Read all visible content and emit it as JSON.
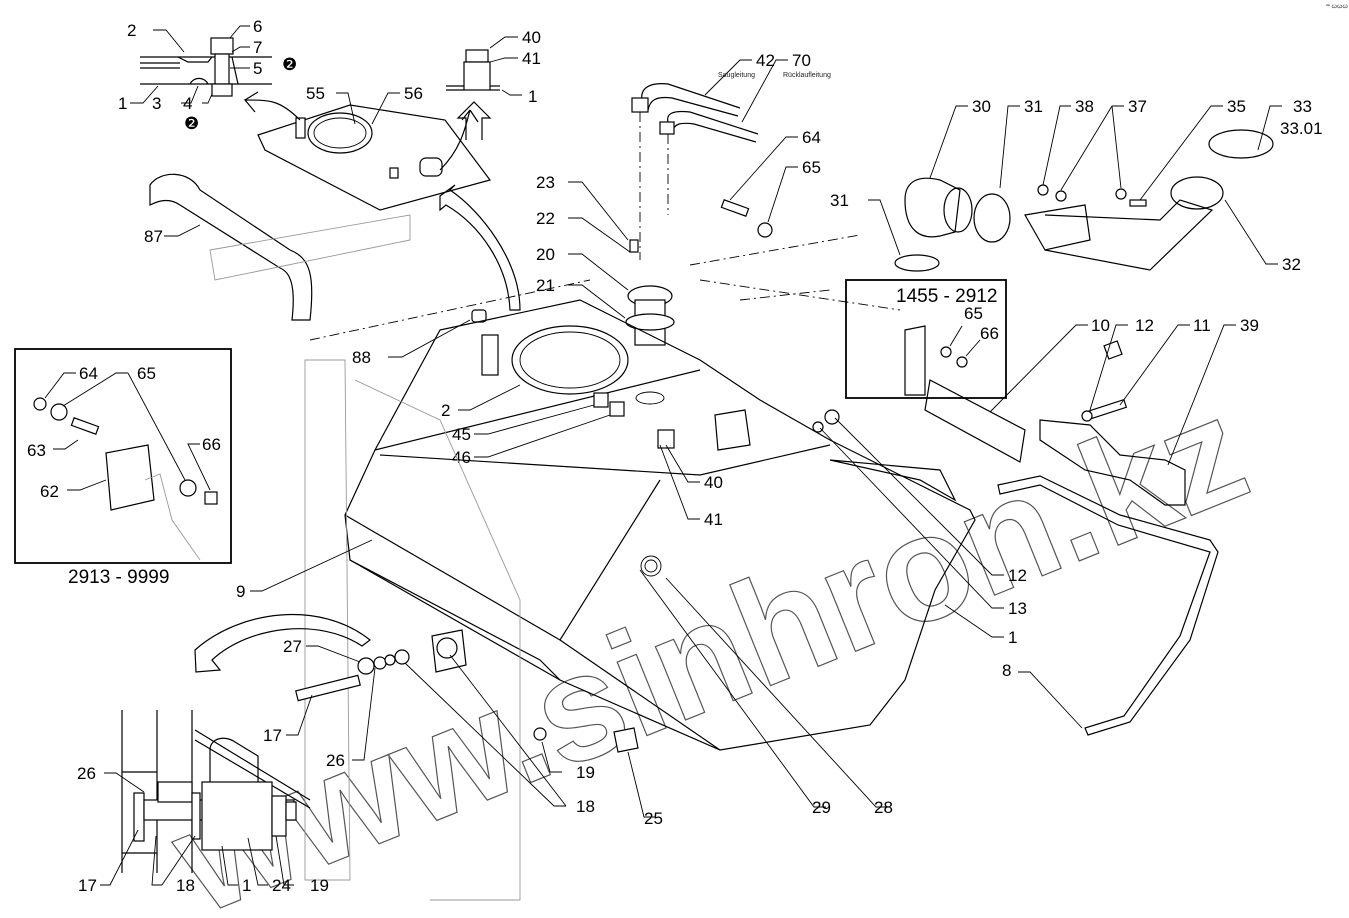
{
  "diagram": {
    "title": "Fuel tank assembly exploded parts view",
    "watermark": "www.sinhron.kz",
    "corner_mark": "ꟹ ꞷꞷꞷ",
    "hose_captions": {
      "suction": "Saugleitung",
      "return": "Rücklaufleitung"
    },
    "inset_ranges": {
      "right": "1455 - 2912",
      "left": "2913 - 9999"
    },
    "callouts": {
      "top_left_detail": [
        "2",
        "6",
        "7",
        "5",
        "1",
        "3",
        "4"
      ],
      "top_plug_detail": [
        "40",
        "41",
        "1"
      ],
      "top_plate": [
        "55",
        "56"
      ],
      "hoses": [
        "42",
        "70"
      ],
      "left_pipe": [
        "87",
        "88"
      ],
      "sender_unit": [
        "23",
        "22",
        "20",
        "21"
      ],
      "tank_top": [
        "2",
        "45",
        "46",
        "40",
        "41"
      ],
      "bolt_64_65": [
        "64",
        "65"
      ],
      "filler_neck": [
        "30",
        "31",
        "31",
        "38",
        "37",
        "35",
        "33",
        "33.01",
        "32"
      ],
      "right_inset": [
        "65",
        "66"
      ],
      "brackets": [
        "10",
        "12",
        "11",
        "39"
      ],
      "tank_side": [
        "12",
        "13",
        "1",
        "8"
      ],
      "left_inset": [
        "64",
        "65",
        "63",
        "66",
        "62"
      ],
      "mounting": [
        "9",
        "27",
        "17",
        "26",
        "19",
        "18",
        "25",
        "29",
        "28"
      ],
      "bottom_detail": [
        "26",
        "17",
        "18",
        "1",
        "24",
        "19"
      ]
    },
    "sheet_marks": [
      "❷",
      "❷"
    ]
  }
}
